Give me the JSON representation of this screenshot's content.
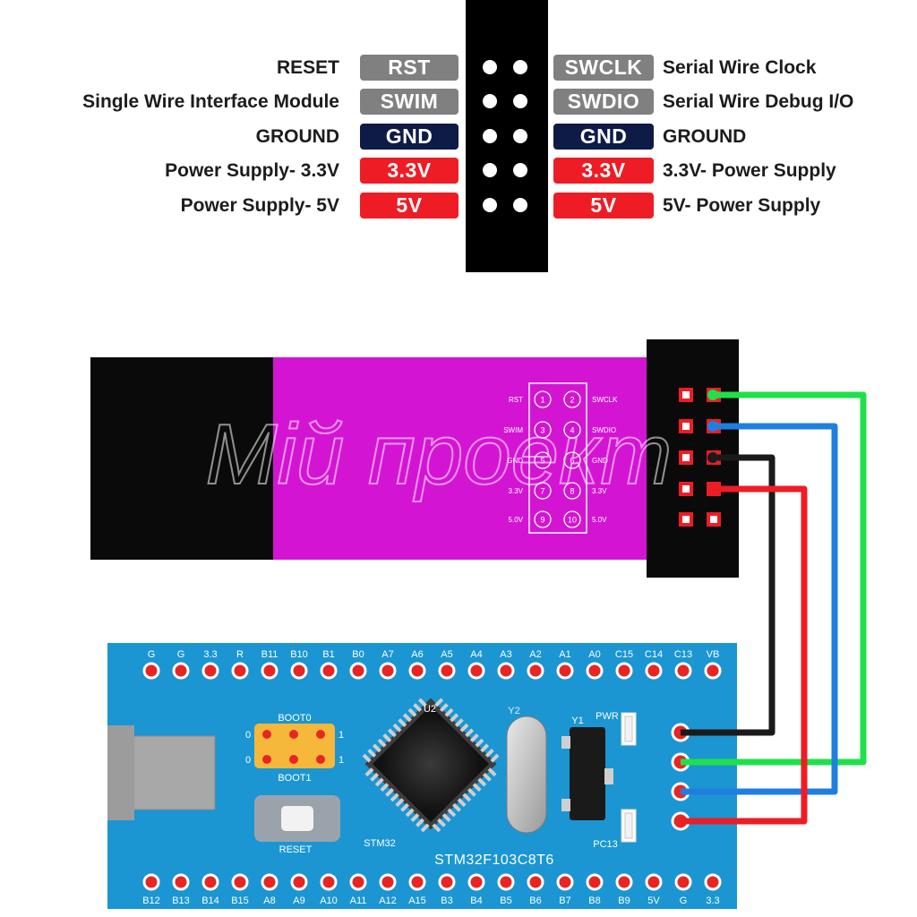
{
  "pinout": {
    "left": [
      {
        "desc": "RESET",
        "label": "RST",
        "color": "#808080"
      },
      {
        "desc": "Single Wire Interface Module",
        "label": "SWIM",
        "color": "#808080"
      },
      {
        "desc": "GROUND",
        "label": "GND",
        "color": "#0f1b47"
      },
      {
        "desc": "Power Supply- 3.3V",
        "label": "3.3V",
        "color": "#ee1c25"
      },
      {
        "desc": "Power Supply- 5V",
        "label": "5V",
        "color": "#ee1c25"
      }
    ],
    "right": [
      {
        "desc": "Serial Wire Clock",
        "label": "SWCLK",
        "color": "#808080"
      },
      {
        "desc": "Serial Wire Debug I/O",
        "label": "SWDIO",
        "color": "#808080"
      },
      {
        "desc": "GROUND",
        "label": "GND",
        "color": "#0f1b47"
      },
      {
        "desc": "3.3V- Power Supply",
        "label": "3.3V",
        "color": "#ee1c25"
      },
      {
        "desc": "5V- Power Supply",
        "label": "5V",
        "color": "#ee1c25"
      }
    ]
  },
  "programmer": {
    "silk_left": [
      "RST",
      "SWIM",
      "GND",
      "3.3V",
      "5.0V"
    ],
    "silk_right": [
      "SWCLK",
      "SWDIO",
      "GND",
      "3.3V",
      "5.0V"
    ],
    "pin_numbers": [
      [
        "1",
        "2"
      ],
      [
        "3",
        "4"
      ],
      [
        "5",
        "6"
      ],
      [
        "7",
        "8"
      ],
      [
        "9",
        "10"
      ]
    ],
    "body_color": "#d315d3"
  },
  "watermark": "Мій проект",
  "board": {
    "color": "#1b96d2",
    "top_pins": [
      "G",
      "G",
      "3.3",
      "R",
      "B11",
      "B10",
      "B1",
      "B0",
      "A7",
      "A6",
      "A5",
      "A4",
      "A3",
      "A2",
      "A1",
      "A0",
      "C15",
      "C14",
      "C13",
      "VB"
    ],
    "bottom_pins": [
      "B12",
      "B13",
      "B14",
      "B15",
      "A8",
      "A9",
      "A10",
      "A11",
      "A12",
      "A15",
      "B3",
      "B4",
      "B5",
      "B6",
      "B7",
      "B8",
      "B9",
      "5V",
      "G",
      "3.3"
    ],
    "boot0": "BOOT0",
    "boot1": "BOOT1",
    "jumper_0": "0",
    "jumper_1": "1",
    "reset": "RESET",
    "u2": "U2",
    "stm32": "STM32",
    "mcu": "STM32F103C8T6",
    "y2": "Y2",
    "y1": "Y1",
    "pwr": "PWR",
    "pc13": "PC13"
  },
  "wire_colors": {
    "swclk": "#1fe04b",
    "swdio": "#1f7fe0",
    "gnd": "#1a1a1a",
    "vcc": "#ee1c25"
  }
}
